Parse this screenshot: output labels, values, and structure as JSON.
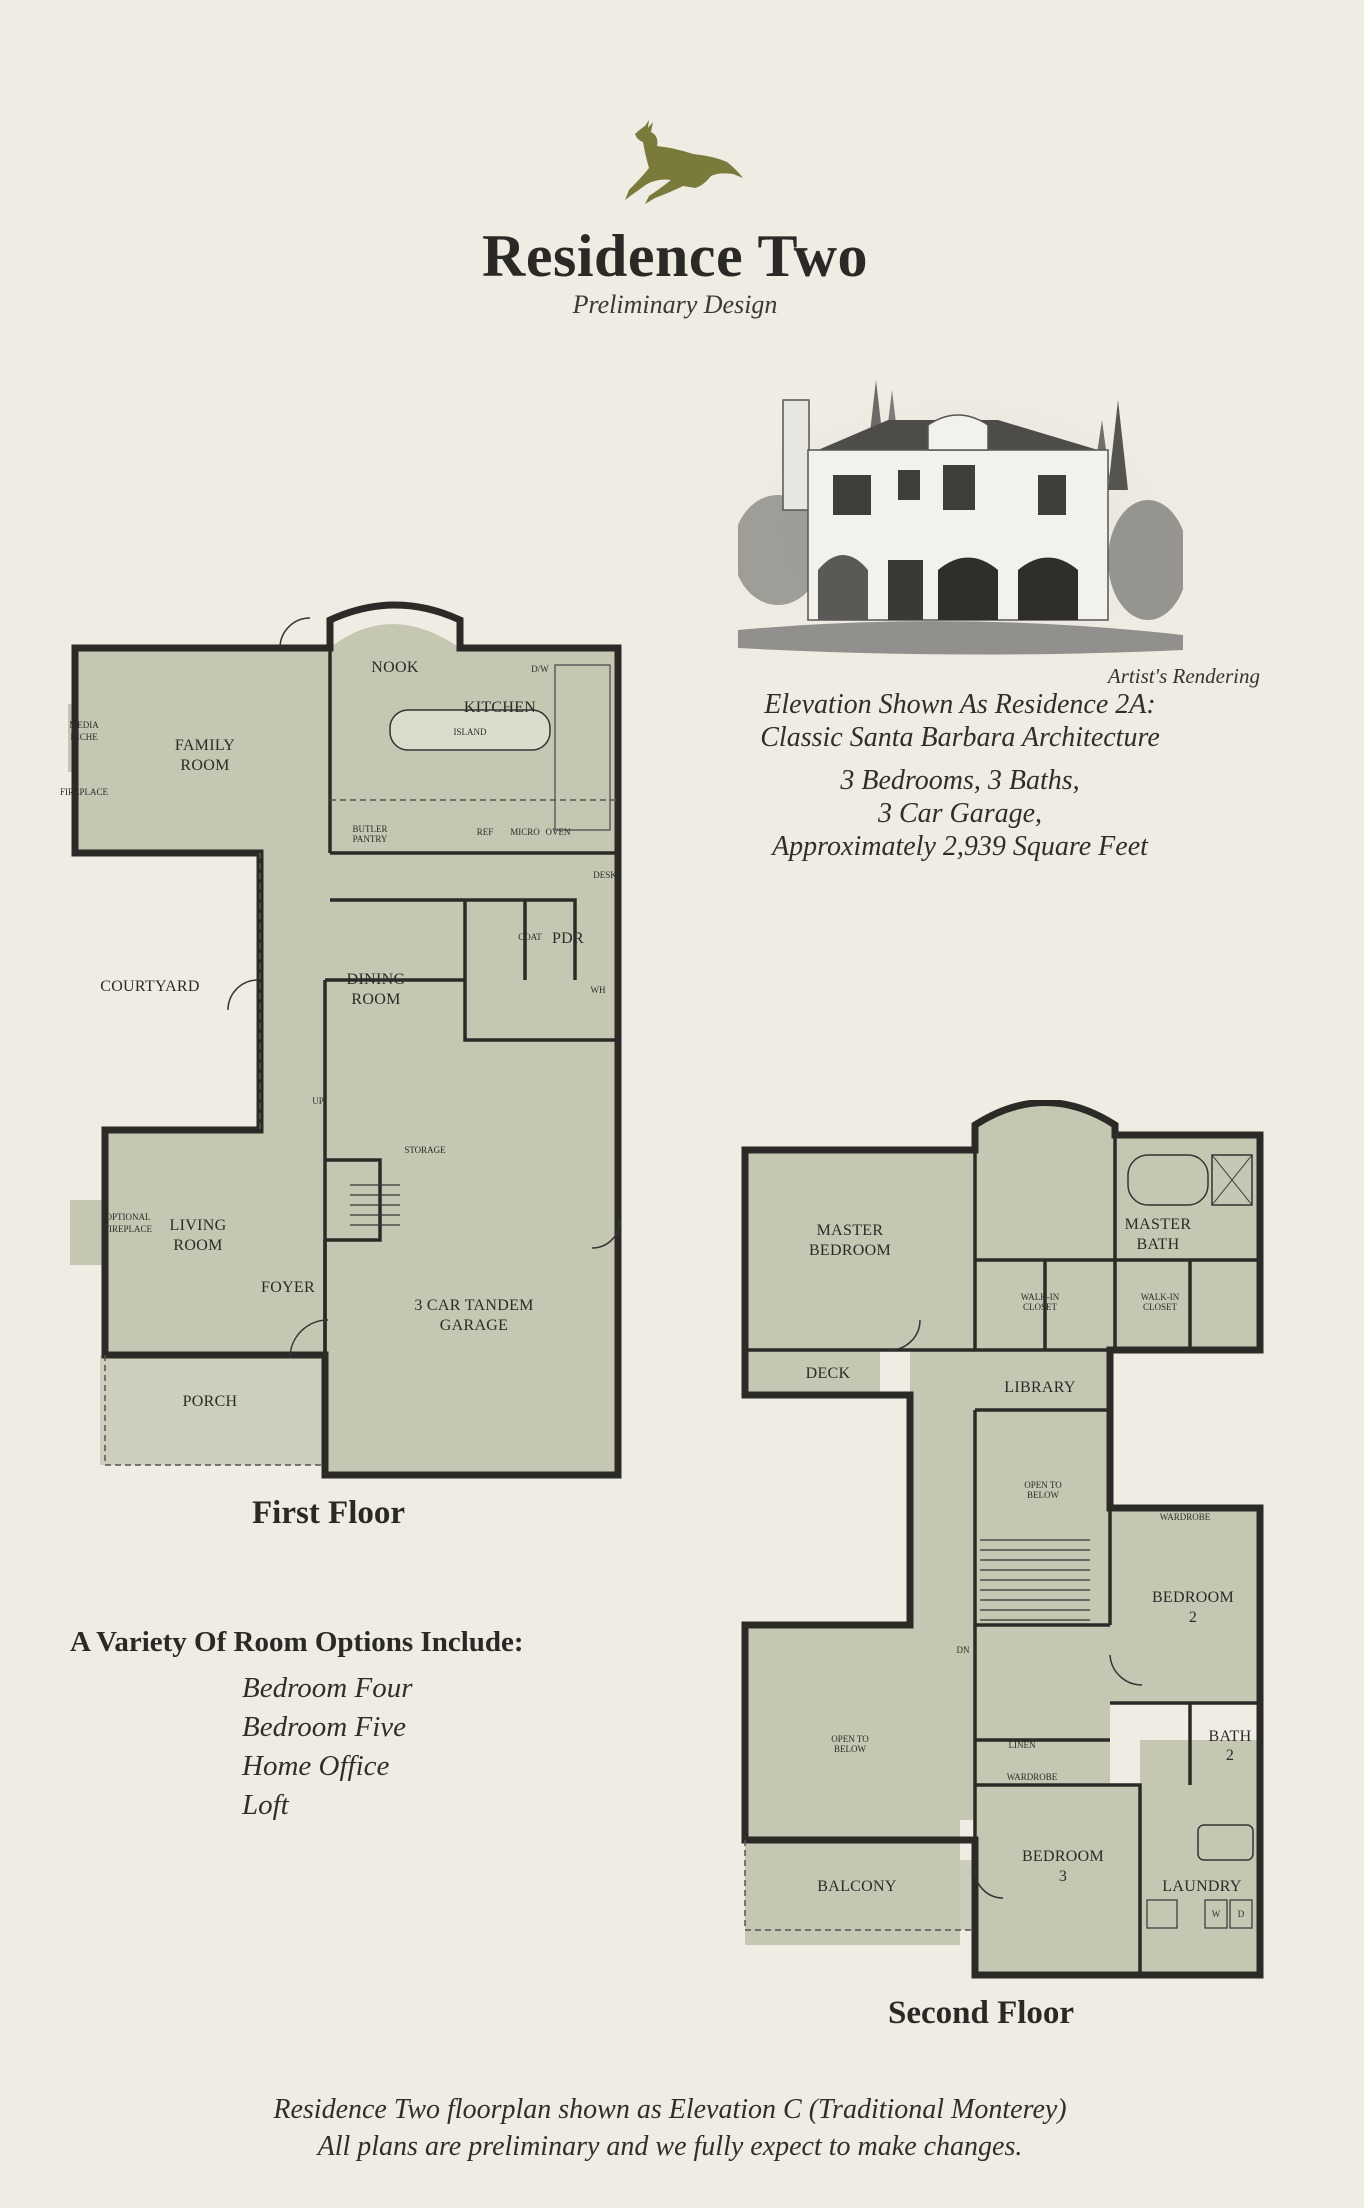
{
  "header": {
    "title": "Residence Two",
    "subtitle": "Preliminary Design"
  },
  "rendering": {
    "caption": "Artist's Rendering"
  },
  "description": {
    "line1": "Elevation Shown As Residence 2A:",
    "line2": "Classic Santa Barbara Architecture",
    "line3": "3 Bedrooms, 3 Baths,",
    "line4": "3 Car Garage,",
    "line5": "Approximately 2,939 Square Feet"
  },
  "first_floor": {
    "label": "First Floor",
    "rooms": {
      "family_room_1": "FAMILY",
      "family_room_2": "ROOM",
      "media_niche_1": "MEDIA",
      "media_niche_2": "NICHE",
      "fireplace": "FIREPLACE",
      "nook": "NOOK",
      "kitchen": "KITCHEN",
      "island": "ISLAND",
      "dw": "D/W",
      "butler_1": "BUTLER",
      "butler_2": "PANTRY",
      "ref": "REF",
      "micro": "MICRO",
      "oven": "OVEN",
      "desk": "DESK",
      "coat": "COAT",
      "pdr": "PDR",
      "wh": "WH",
      "courtyard": "COURTYARD",
      "dining_1": "DINING",
      "dining_2": "ROOM",
      "up": "UP",
      "storage": "STORAGE",
      "living_1": "LIVING",
      "living_2": "ROOM",
      "optional_fp_1": "OPTIONAL",
      "optional_fp_2": "FIREPLACE",
      "foyer": "FOYER",
      "garage_1": "3 CAR TANDEM",
      "garage_2": "GARAGE",
      "porch": "PORCH"
    }
  },
  "second_floor": {
    "label": "Second Floor",
    "rooms": {
      "master_bed_1": "MASTER",
      "master_bed_2": "BEDROOM",
      "master_bath_1": "MASTER",
      "master_bath_2": "BATH",
      "walkin_a_1": "WALK-IN",
      "walkin_a_2": "CLOSET",
      "walkin_b_1": "WALK-IN",
      "walkin_b_2": "CLOSET",
      "deck": "DECK",
      "library": "LIBRARY",
      "open_below_a_1": "OPEN TO",
      "open_below_a_2": "BELOW",
      "wardrobe_top": "WARDROBE",
      "bedroom2_1": "BEDROOM",
      "bedroom2_2": "2",
      "dn": "DN",
      "open_below_b_1": "OPEN TO",
      "open_below_b_2": "BELOW",
      "linen": "LINEN",
      "wardrobe_mid": "WARDROBE",
      "bath2_1": "BATH",
      "bath2_2": "2",
      "bedroom3_1": "BEDROOM",
      "bedroom3_2": "3",
      "balcony": "BALCONY",
      "laundry": "LAUNDRY",
      "washer": "W",
      "dryer": "D"
    }
  },
  "options": {
    "heading": "A Variety Of Room Options Include:",
    "items": [
      "Bedroom Four",
      "Bedroom Five",
      "Home Office",
      "Loft"
    ]
  },
  "footer": {
    "line1": "Residence Two floorplan shown as Elevation C (Traditional Monterey)",
    "line2": "All plans are preliminary and we fully expect to make changes."
  },
  "colors": {
    "paper": "#efece4",
    "room_fill": "#c6c7b3",
    "wall": "#2b2a27",
    "logo": "#7a7a3a"
  },
  "icons": [
    "leaping-deer-logo"
  ]
}
